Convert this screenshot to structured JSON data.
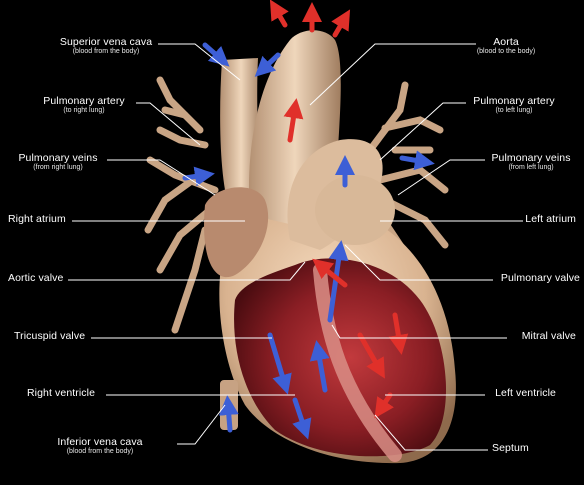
{
  "labels": {
    "superior_vena_cava": {
      "title": "Superior vena cava",
      "sub": "(blood from the body)"
    },
    "aorta": {
      "title": "Aorta",
      "sub": "(blood to the body)"
    },
    "pulmonary_artery_right": {
      "title": "Pulmonary artery",
      "sub": "(to right lung)"
    },
    "pulmonary_artery_left": {
      "title": "Pulmonary artery",
      "sub": "(to left lung)"
    },
    "pulmonary_veins_right": {
      "title": "Pulmonary veins",
      "sub": "(from right lung)"
    },
    "pulmonary_veins_left": {
      "title": "Pulmonary veins",
      "sub": "(from left lung)"
    },
    "right_atrium": {
      "title": "Right atrium"
    },
    "left_atrium": {
      "title": "Left atrium"
    },
    "aortic_valve": {
      "title": "Aortic valve"
    },
    "pulmonary_valve": {
      "title": "Pulmonary valve"
    },
    "tricuspid_valve": {
      "title": "Tricuspid valve"
    },
    "mitral_valve": {
      "title": "Mitral valve"
    },
    "right_ventricle": {
      "title": "Right ventricle"
    },
    "left_ventricle": {
      "title": "Left ventricle"
    },
    "inferior_vena_cava": {
      "title": "Inferior vena cava",
      "sub": "(blood from the body)"
    },
    "septum": {
      "title": "Septum"
    }
  },
  "colors": {
    "background": "#000000",
    "oxygen_poor_arrow": "#3d5fd6",
    "oxygen_rich_arrow": "#e0302a",
    "heart_tissue": "#e8c9a8",
    "muscle": "#8a1e24",
    "leader_line": "#ffffff"
  }
}
